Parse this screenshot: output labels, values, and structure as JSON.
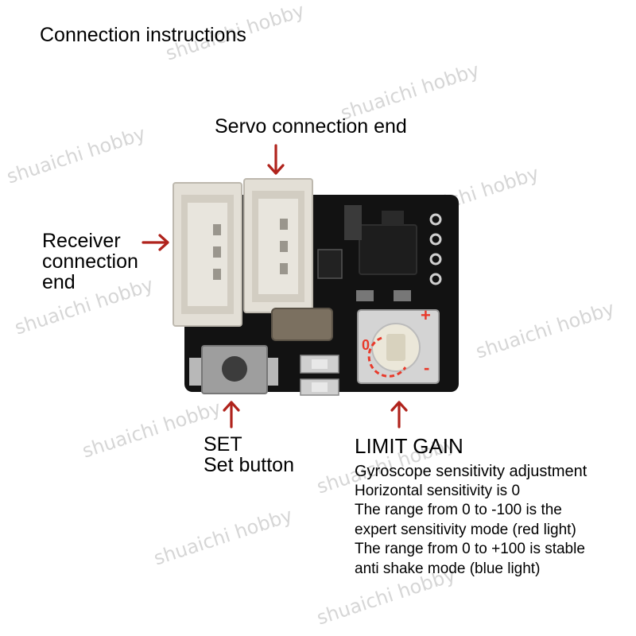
{
  "title": "Connection instructions",
  "labels": {
    "servo": "Servo connection end",
    "receiver": [
      "Receiver",
      "connection",
      "end"
    ],
    "set": [
      "SET",
      "Set button"
    ],
    "limit_gain": "LIMIT GAIN",
    "description": [
      "Gyroscope sensitivity adjustment",
      "Horizontal sensitivity is 0",
      "The range from 0 to -100 is the",
      "expert sensitivity mode (red light)",
      "The range from 0 to +100 is stable",
      "anti shake mode (blue light)"
    ]
  },
  "potentiometer_marks": {
    "zero": "0",
    "plus": "+",
    "minus": "-"
  },
  "watermark": "shuaichi hobby",
  "colors": {
    "arrow": "#b0231c",
    "pcb": "#111111",
    "connector": "#e4e0d8",
    "pot_mark": "#e8392a"
  }
}
